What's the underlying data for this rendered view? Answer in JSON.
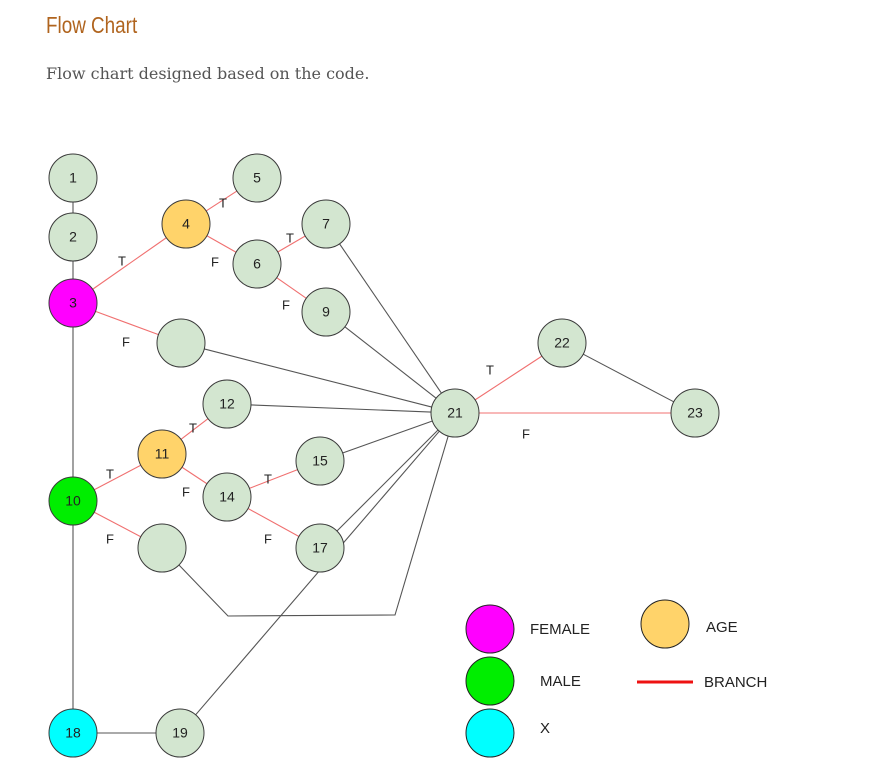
{
  "page": {
    "title": "Flow Chart",
    "subtitle": "Flow chart designed based on the code."
  },
  "colors": {
    "default_node": "#d3e6d0",
    "female": "#ff00ff",
    "male": "#00ee00",
    "x": "#00ffff",
    "age": "#ffd36a",
    "branch": "#f07070",
    "edge": "#555555"
  },
  "diagram": {
    "nodes": [
      {
        "id": "n1",
        "label": "1"
      },
      {
        "id": "n2",
        "label": "2"
      },
      {
        "id": "n3",
        "label": "3",
        "category": "female"
      },
      {
        "id": "n4",
        "label": "4",
        "category": "age"
      },
      {
        "id": "n5",
        "label": "5"
      },
      {
        "id": "n6",
        "label": "6"
      },
      {
        "id": "n7",
        "label": "7"
      },
      {
        "id": "n9",
        "label": "9"
      },
      {
        "id": "nA",
        "label": ""
      },
      {
        "id": "n10",
        "label": "10",
        "category": "male"
      },
      {
        "id": "n11",
        "label": "11",
        "category": "age"
      },
      {
        "id": "n12",
        "label": "12"
      },
      {
        "id": "n14",
        "label": "14"
      },
      {
        "id": "n15",
        "label": "15"
      },
      {
        "id": "n17",
        "label": "17"
      },
      {
        "id": "nB",
        "label": ""
      },
      {
        "id": "n18",
        "label": "18",
        "category": "x"
      },
      {
        "id": "n19",
        "label": "19"
      },
      {
        "id": "n21",
        "label": "21"
      },
      {
        "id": "n22",
        "label": "22"
      },
      {
        "id": "n23",
        "label": "23"
      }
    ],
    "edges": [
      {
        "from": "n1",
        "to": "n2",
        "kind": "plain"
      },
      {
        "from": "n2",
        "to": "n3",
        "kind": "plain"
      },
      {
        "from": "n3",
        "to": "n10",
        "kind": "plain"
      },
      {
        "from": "n10",
        "to": "n18",
        "kind": "plain"
      },
      {
        "from": "n18",
        "to": "n19",
        "kind": "plain"
      },
      {
        "from": "n3",
        "to": "n4",
        "kind": "branch",
        "label": "T"
      },
      {
        "from": "n3",
        "to": "nA",
        "kind": "branch",
        "label": "F"
      },
      {
        "from": "n4",
        "to": "n5",
        "kind": "branch",
        "label": "T"
      },
      {
        "from": "n4",
        "to": "n6",
        "kind": "branch",
        "label": "F"
      },
      {
        "from": "n6",
        "to": "n7",
        "kind": "branch",
        "label": "T"
      },
      {
        "from": "n6",
        "to": "n9",
        "kind": "branch",
        "label": "F"
      },
      {
        "from": "n10",
        "to": "n11",
        "kind": "branch",
        "label": "T"
      },
      {
        "from": "n10",
        "to": "nB",
        "kind": "branch",
        "label": "F"
      },
      {
        "from": "n11",
        "to": "n12",
        "kind": "branch",
        "label": "T"
      },
      {
        "from": "n11",
        "to": "n14",
        "kind": "branch",
        "label": "F"
      },
      {
        "from": "n14",
        "to": "n15",
        "kind": "branch",
        "label": "T"
      },
      {
        "from": "n14",
        "to": "n17",
        "kind": "branch",
        "label": "F"
      },
      {
        "from": "n7",
        "to": "n21",
        "kind": "plain"
      },
      {
        "from": "n9",
        "to": "n21",
        "kind": "plain"
      },
      {
        "from": "nA",
        "to": "n21",
        "kind": "plain"
      },
      {
        "from": "n12",
        "to": "n21",
        "kind": "plain"
      },
      {
        "from": "n15",
        "to": "n21",
        "kind": "plain"
      },
      {
        "from": "n17",
        "to": "n21",
        "kind": "plain"
      },
      {
        "from": "n19",
        "to": "n21",
        "kind": "plain"
      },
      {
        "from": "nB",
        "to": "n21",
        "kind": "plain",
        "routed": true
      },
      {
        "from": "n21",
        "to": "n22",
        "kind": "branch",
        "label": "T"
      },
      {
        "from": "n21",
        "to": "n23",
        "kind": "branch",
        "label": "F"
      },
      {
        "from": "n22",
        "to": "n23",
        "kind": "plain"
      }
    ]
  },
  "legend": {
    "female": "FEMALE",
    "male": "MALE",
    "x": "X",
    "age": "AGE",
    "branch": "BRANCH"
  }
}
